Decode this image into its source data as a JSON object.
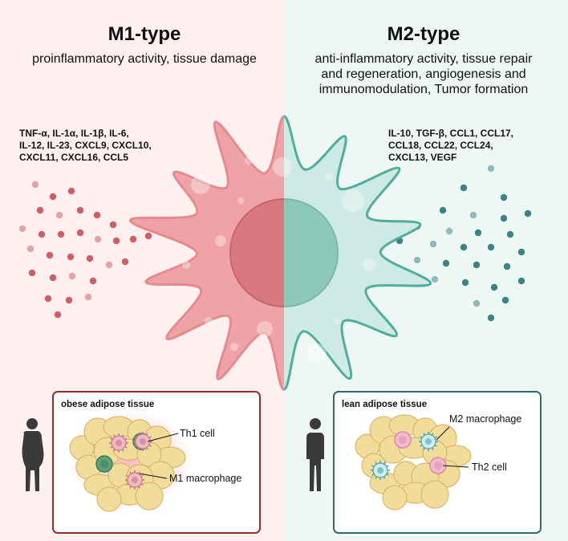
{
  "m1": {
    "title": "M1-type",
    "subtitle": "proinflammatory activity, tissue damage",
    "cytokines": [
      "TNF-α, IL-1α, IL-1β, IL-6,",
      "IL-12, IL-23, CXCL9, CXCL10,",
      "CXCL11, CXCL16, CCL5"
    ],
    "tissue_box": {
      "title": "obese adipose tissue",
      "cell_label": "Th1 cell",
      "macrophage_label": "M1 macrophage"
    }
  },
  "m2": {
    "title": "M2-type",
    "subtitle_lines": [
      "anti-inflammatory activity, tissue repair",
      "and regeneration, angiogenesis and",
      "immunomodulation, Tumor formation"
    ],
    "cytokines": [
      "IL-10, TGF-β, CCL1, CCL17,",
      "CCL18, CCL22, CCL24,",
      "CXCL13, VEGF"
    ],
    "tissue_box": {
      "title": "lean adipose tissue",
      "macrophage_label": "M2 macrophage",
      "cell_label": "Th2 cell"
    }
  },
  "colors": {
    "m1_panel": "#fdf0ee",
    "m2_panel": "#eef7f4",
    "m1_cell": "#efa3a6",
    "m1_outline": "#e58a8f",
    "m2_cell": "#cdeae4",
    "m2_outline": "#4fae9c",
    "m1_dot": "#c9424a",
    "m2_dot": "#1a6f74",
    "m1_box_border": "#9e2a2e",
    "m2_box_border": "#2f6b6b",
    "fat": "#f2dc9a",
    "person": "#3a3a3a"
  }
}
